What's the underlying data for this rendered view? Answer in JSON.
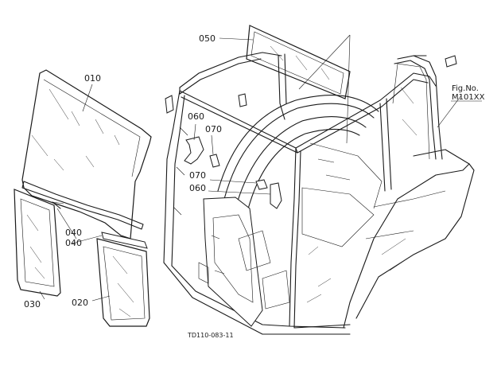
{
  "labels": {
    "p010": "010",
    "p020": "020",
    "p030": "030",
    "p040a": "040",
    "p040b": "040",
    "p050": "050",
    "p060a": "060",
    "p060b": "060",
    "p070a": "070",
    "p070b": "070"
  },
  "figure": {
    "fig_no_label": "Fig.No.",
    "fig_no_value": "M101XX",
    "drawing_code": "TD110-083-11"
  }
}
